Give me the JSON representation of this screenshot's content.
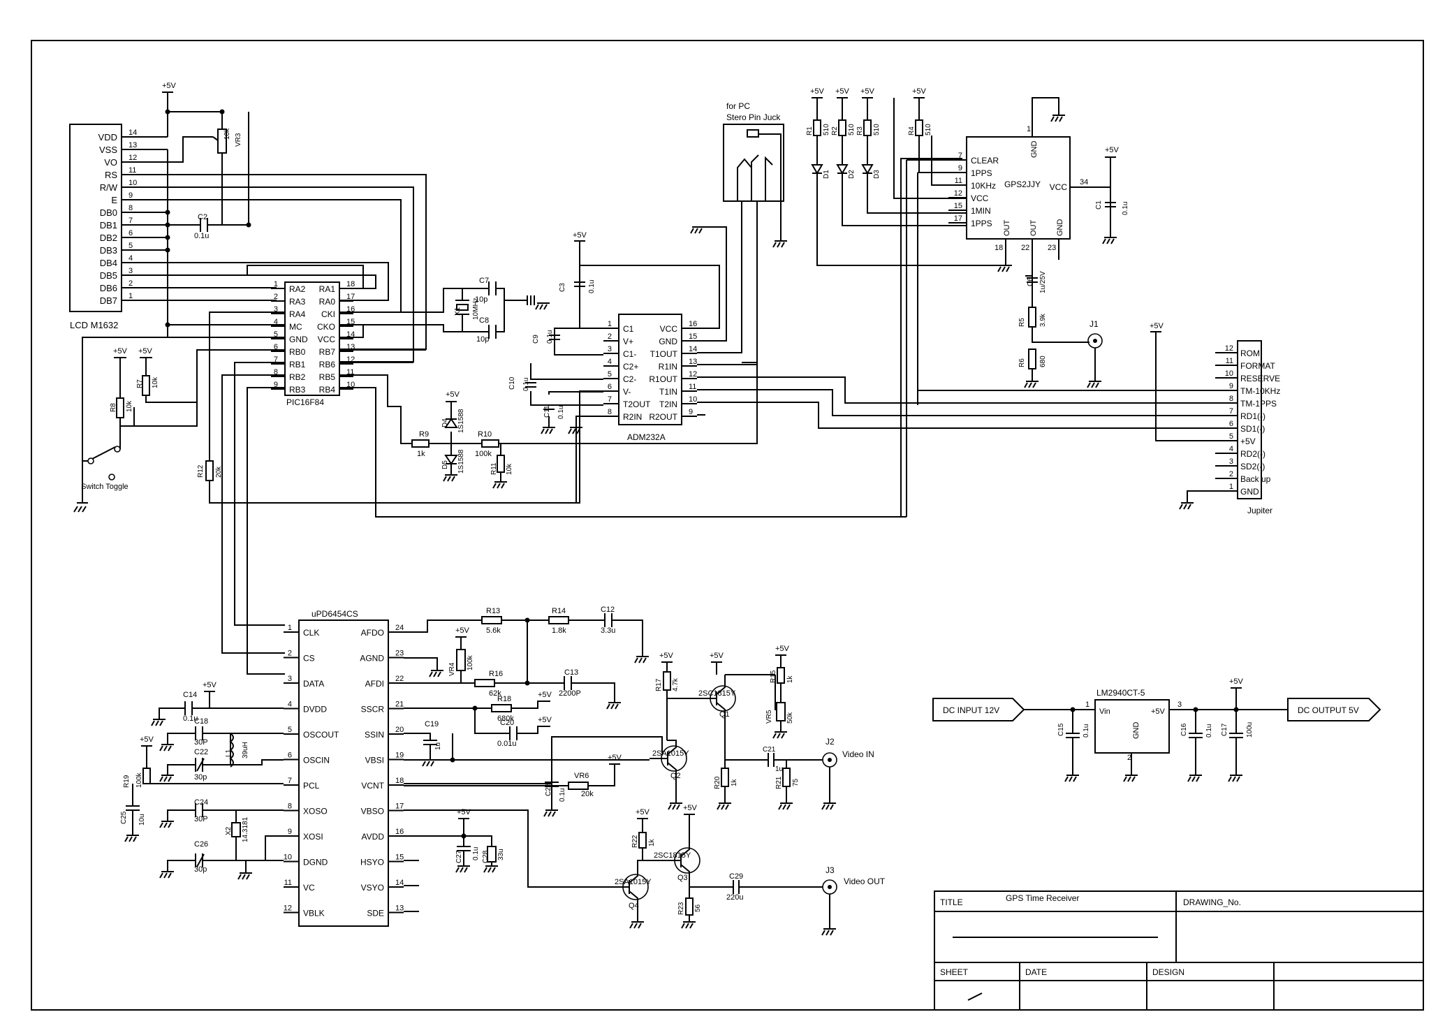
{
  "lcd": {
    "name": "LCD M1632",
    "pins": [
      {
        "label": "VDD",
        "num": "14"
      },
      {
        "label": "VSS",
        "num": "13"
      },
      {
        "label": "VO",
        "num": "12"
      },
      {
        "label": "RS",
        "num": "11"
      },
      {
        "label": "R/W",
        "num": "10"
      },
      {
        "label": "E",
        "num": "9"
      },
      {
        "label": "DB0",
        "num": "8"
      },
      {
        "label": "DB1",
        "num": "7"
      },
      {
        "label": "DB2",
        "num": "6"
      },
      {
        "label": "DB3",
        "num": "5"
      },
      {
        "label": "DB4",
        "num": "4"
      },
      {
        "label": "DB5",
        "num": "3"
      },
      {
        "label": "DB6",
        "num": "2"
      },
      {
        "label": "DB7",
        "num": "1"
      }
    ]
  },
  "pic": {
    "name": "PIC16F84",
    "left": [
      {
        "label": "RA2",
        "num": "1"
      },
      {
        "label": "RA3",
        "num": "2"
      },
      {
        "label": "RA4",
        "num": "3"
      },
      {
        "label": "MC",
        "num": "4"
      },
      {
        "label": "GND",
        "num": "5"
      },
      {
        "label": "RB0",
        "num": "6"
      },
      {
        "label": "RB1",
        "num": "7"
      },
      {
        "label": "RB2",
        "num": "8"
      },
      {
        "label": "RB3",
        "num": "9"
      }
    ],
    "right": [
      {
        "label": "RA1",
        "num": "18"
      },
      {
        "label": "RA0",
        "num": "17"
      },
      {
        "label": "CKI",
        "num": "16"
      },
      {
        "label": "CKO",
        "num": "15"
      },
      {
        "label": "VCC",
        "num": "14"
      },
      {
        "label": "RB7",
        "num": "13"
      },
      {
        "label": "RB6",
        "num": "12"
      },
      {
        "label": "RB5",
        "num": "11"
      },
      {
        "label": "RB4",
        "num": "10"
      }
    ]
  },
  "adm": {
    "name": "ADM232A",
    "left": [
      {
        "label": "C1",
        "num": "1"
      },
      {
        "label": "V+",
        "num": "2"
      },
      {
        "label": "C1-",
        "num": "3"
      },
      {
        "label": "C2+",
        "num": "4"
      },
      {
        "label": "C2-",
        "num": "5"
      },
      {
        "label": "V-",
        "num": "6"
      },
      {
        "label": "T2OUT",
        "num": "7"
      },
      {
        "label": "R2IN",
        "num": "8"
      }
    ],
    "right": [
      {
        "label": "VCC",
        "num": "16"
      },
      {
        "label": "GND",
        "num": "15"
      },
      {
        "label": "T1OUT",
        "num": "14"
      },
      {
        "label": "R1IN",
        "num": "13"
      },
      {
        "label": "R1OUT",
        "num": "12"
      },
      {
        "label": "T1IN",
        "num": "11"
      },
      {
        "label": "T2IN",
        "num": "10"
      },
      {
        "label": "R2OUT",
        "num": "9"
      }
    ]
  },
  "gps": {
    "name": "GPS2JJY",
    "left": [
      {
        "label": "CLEAR",
        "num": "7"
      },
      {
        "label": "1PPS",
        "num": "9"
      },
      {
        "label": "10KHz",
        "num": "11"
      },
      {
        "label": "VCC",
        "num": "12"
      },
      {
        "label": "1MIN",
        "num": "15"
      },
      {
        "label": "1PPS",
        "num": "17"
      }
    ],
    "vcc": {
      "label": "VCC",
      "num": "34"
    },
    "top": {
      "label": "GND",
      "num": "1"
    },
    "bottom": [
      {
        "label": "OUT",
        "num": "18"
      },
      {
        "label": "OUT",
        "num": "22"
      },
      {
        "label": "GND",
        "num": "23"
      }
    ]
  },
  "jupiter": {
    "name": "Jupiter",
    "pins": [
      {
        "label": "ROM",
        "num": "12"
      },
      {
        "label": "FORMAT",
        "num": "11"
      },
      {
        "label": "RESERVE",
        "num": "10"
      },
      {
        "label": "TM-10KHz",
        "num": "9"
      },
      {
        "label": "TM-1PPS",
        "num": "8"
      },
      {
        "label": "RD1(-)",
        "num": "7"
      },
      {
        "label": "SD1(-)",
        "num": "6"
      },
      {
        "label": "+5V",
        "num": "5"
      },
      {
        "label": "RD2(-)",
        "num": "4"
      },
      {
        "label": "SD2(-)",
        "num": "3"
      },
      {
        "label": "Back up",
        "num": "2"
      },
      {
        "label": "GND",
        "num": "1"
      }
    ]
  },
  "upd": {
    "name": "uPD6454CS",
    "left": [
      {
        "label": "CLK",
        "num": "1"
      },
      {
        "label": "CS",
        "num": "2"
      },
      {
        "label": "DATA",
        "num": "3"
      },
      {
        "label": "DVDD",
        "num": "4"
      },
      {
        "label": "OSCOUT",
        "num": "5"
      },
      {
        "label": "OSCIN",
        "num": "6"
      },
      {
        "label": "PCL",
        "num": "7"
      },
      {
        "label": "XOSO",
        "num": "8"
      },
      {
        "label": "XOSI",
        "num": "9"
      },
      {
        "label": "DGND",
        "num": "10"
      },
      {
        "label": "VC",
        "num": "11"
      },
      {
        "label": "VBLK",
        "num": "12"
      }
    ],
    "right": [
      {
        "label": "AFDO",
        "num": "24"
      },
      {
        "label": "AGND",
        "num": "23"
      },
      {
        "label": "AFDI",
        "num": "22"
      },
      {
        "label": "SSCR",
        "num": "21"
      },
      {
        "label": "SSIN",
        "num": "20"
      },
      {
        "label": "VBSI",
        "num": "19"
      },
      {
        "label": "VCNT",
        "num": "18"
      },
      {
        "label": "VBSO",
        "num": "17"
      },
      {
        "label": "AVDD",
        "num": "16"
      },
      {
        "label": "HSYO",
        "num": "15"
      },
      {
        "label": "VSYO",
        "num": "14"
      },
      {
        "label": "SDE",
        "num": "13"
      }
    ]
  },
  "reg": {
    "name": "LM2940CT-5",
    "vin": "Vin",
    "vout": "+5V",
    "gnd": "GND",
    "pin1": "1",
    "pin2": "2",
    "pin3": "3"
  },
  "labels": {
    "vplus": "+5V",
    "for_pc": "for PC",
    "stereo": "Stero Pin Juck",
    "switch": "Switch Toggle",
    "dc_in": "DC INPUT 12V",
    "dc_out": "DC OUTPUT 5V",
    "video_in": "Video IN",
    "video_out": "Video OUT",
    "j1": "J1",
    "j2": "J2",
    "j3": "J3",
    "q1": "Q1",
    "q2": "Q2",
    "q3": "Q3",
    "q4": "Q4",
    "q1t": "2SC1815Y",
    "q2t": "2SA1015Y",
    "q3t": "2SC1815Y",
    "q4t": "2SA1015Y"
  },
  "title_block": {
    "title_label": "TITLE",
    "title_value": "GPS Time Receiver",
    "drawing_label": "DRAWING_No.",
    "sheet_label": "SHEET",
    "date_label": "DATE",
    "design_label": "DESIGN"
  },
  "parts": {
    "VR3": "VR3",
    "VR3v": "10k",
    "C2": "C2",
    "C2v": "0.1u",
    "R7": "R7",
    "R7v": "10k",
    "R8": "R8",
    "R8v": "10k",
    "R12": "R12",
    "R12v": "20k",
    "C7": "C7",
    "C7v": "10p",
    "C8": "C8",
    "C8v": "10p",
    "X1": "X1",
    "X1v": "10MHz",
    "C3": "C3",
    "C3v": "0.1u",
    "C9": "C9",
    "C9v": "0.1u",
    "C10": "C10",
    "C10v": "0.1u",
    "C11": "C11",
    "C11v": "0.1u",
    "R9": "R9",
    "R9v": "1k",
    "R10": "R10",
    "R10v": "100k",
    "R11": "R11",
    "R11v": "10k",
    "D4": "D4",
    "D5": "D5",
    "Dv": "1S1588",
    "R1": "R1",
    "R2": "R2",
    "R3": "R3",
    "R4": "R4",
    "Rv510": "510",
    "D1": "D1",
    "D2": "D2",
    "D3": "D3",
    "C1": "C1",
    "C1v": "0.1u",
    "C6": "C6",
    "C6v": "1u/25V",
    "R5": "R5",
    "R5v": "3.9k",
    "R6": "R6",
    "R6v": "680",
    "R13": "R13",
    "R13v": "5.6k",
    "R14": "R14",
    "R14v": "1.8k",
    "C12": "C12",
    "C12v": "3.3u",
    "VR4": "VR4",
    "VR4v": "100k",
    "R16": "R16",
    "R16v": "62k",
    "C13": "C13",
    "C13v": "2200P",
    "R18": "R18",
    "R18v": "680k",
    "C20": "C20",
    "C20v": "0.01u",
    "C19": "C19",
    "C19v": "1u",
    "VR6": "VR6",
    "VR6v": "20k",
    "C23": "C23",
    "C23v": "0.1u",
    "C14": "C14",
    "C14v": "0.1u",
    "C18": "C18",
    "C18v": "30P",
    "C22": "C22",
    "C22v": "30p",
    "L1": "L1",
    "L1v": "39uH",
    "R19": "R19",
    "R19v": "100k",
    "C25": "C25",
    "C25v": "10u",
    "C24": "C24",
    "C24v": "30P",
    "C26": "C26",
    "C26v": "30p",
    "X2": "X2",
    "X2v": "14.3181",
    "C27": "C27",
    "C27v": "0.1u",
    "C28": "C28",
    "C28v": "33u",
    "R17": "R17",
    "R17v": "4.7k",
    "R15": "R15",
    "R15v": "1k",
    "VR5": "VR5",
    "VR5v": "50k",
    "R20": "R20",
    "R20v": "1k",
    "C21": "C21",
    "C21v": "1u",
    "R21": "R21",
    "R21v": "75",
    "R22": "R22",
    "R22v": "1k",
    "R23": "R23",
    "R23v": "56",
    "C29": "C29",
    "C29v": "220u",
    "C15": "C15",
    "C15v": "0.1u",
    "C16": "C16",
    "C16v": "0.1u",
    "C17": "C17",
    "C17v": "100u"
  }
}
